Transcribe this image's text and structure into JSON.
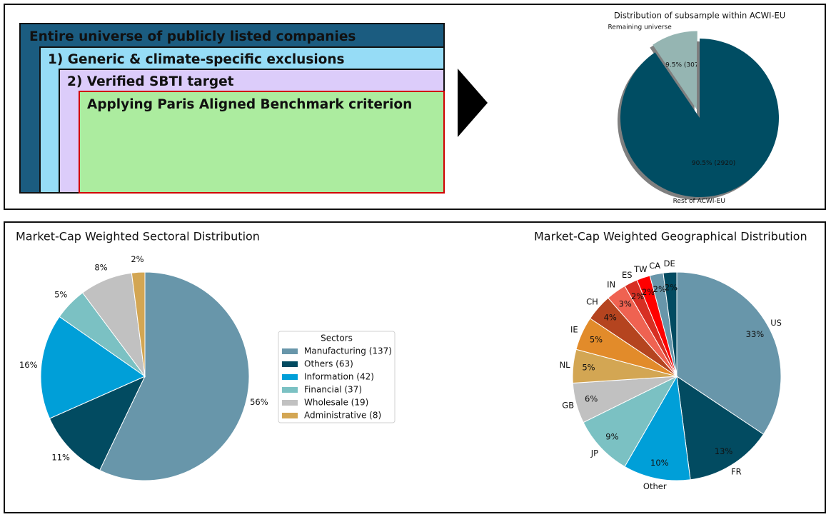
{
  "colors": {
    "box_universe": "#1b5c80",
    "box_exclusions": "#96dcf6",
    "box_sbti": "#dcccfa",
    "box_paris": "#acec9f",
    "arrow": "#000000"
  },
  "funnel": {
    "universe": "Entire universe of publicly listed companies",
    "exclusions": "1) Generic & climate-specific exclusions",
    "sbti": "2) Verified SBTI target",
    "paris": "Applying Paris Aligned Benchmark criterion"
  },
  "chart_data": [
    {
      "type": "pie",
      "title": "Distribution of subsample within ACWI-EU",
      "categories": [
        "Remaining universe",
        "Rest of ACWI-EU"
      ],
      "values": [
        307,
        2920
      ],
      "labels": [
        "9.5% (307)",
        "90.5% (2920)"
      ],
      "colors": [
        "#95b5b2",
        "#004d63"
      ],
      "exploded": [
        "Remaining universe"
      ],
      "shadow": true
    },
    {
      "type": "pie",
      "title": "Market-Cap Weighted Sectoral Distribution",
      "categories": [
        "Manufacturing (137)",
        "Others (63)",
        "Information (42)",
        "Financial (37)",
        "Wholesale (19)",
        "Administrative (8)"
      ],
      "values": [
        56,
        11,
        16,
        5,
        8,
        2
      ],
      "labels": [
        "56%",
        "11%",
        "16%",
        "5%",
        "8%",
        "2%"
      ],
      "colors": [
        "#6896aa",
        "#024b61",
        "#009fd8",
        "#7bc1c3",
        "#c1c1c1",
        "#d3a653"
      ],
      "legend": {
        "title": "Sectors",
        "position": "right"
      }
    },
    {
      "type": "pie",
      "title": "Market-Cap Weighted Geographical Distribution",
      "categories": [
        "US",
        "FR",
        "Other",
        "JP",
        "GB",
        "NL",
        "IE",
        "CH",
        "IN",
        "ES",
        "TW",
        "CA",
        "DE"
      ],
      "values": [
        33,
        13,
        10,
        9,
        6,
        5,
        5,
        4,
        3,
        2,
        2,
        2,
        2
      ],
      "labels": [
        "33%",
        "13%",
        "10%",
        "9%",
        "6%",
        "5%",
        "5%",
        "4%",
        "3%",
        "2%",
        "2%",
        "2%",
        "2%"
      ],
      "colors": [
        "#6896aa",
        "#024b61",
        "#009fd8",
        "#7bc1c3",
        "#c1c1c1",
        "#d3a653",
        "#e28b2a",
        "#b5441f",
        "#ef6251",
        "#d72f23",
        "#ff0000",
        "#6896aa",
        "#024b61"
      ]
    }
  ]
}
